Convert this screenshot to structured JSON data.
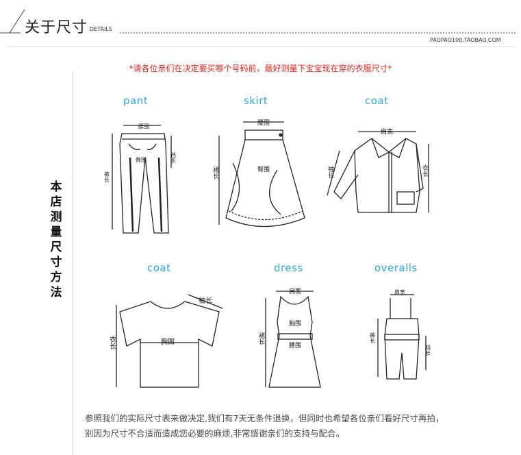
{
  "header": {
    "title": "关于尺寸",
    "subtitle": "DETAILS",
    "shop": "PAOPAO100.TAOBAO.COM"
  },
  "notice": "*请各位亲们在决定要买哪个号码前，最好测量下宝宝现在穿的衣服尺寸*",
  "side_title": "本店测量尺寸方法",
  "garments": [
    {
      "label": "pant",
      "measures": [
        "腰围",
        "臀围",
        "裆长",
        "裤长"
      ]
    },
    {
      "label": "skirt",
      "measures": [
        "腰围",
        "臀围",
        "裙长"
      ]
    },
    {
      "label": "coat",
      "measures": [
        "肩宽",
        "袖长",
        "衣长"
      ]
    },
    {
      "label": "coat",
      "measures": [
        "袖长",
        "胸围",
        "衣长"
      ]
    },
    {
      "label": "dress",
      "measures": [
        "肩宽",
        "胸围",
        "腰围",
        "裙长"
      ]
    },
    {
      "label": "overalls",
      "measures": [
        "肩宽",
        "裤长",
        "裆长",
        "裤长"
      ]
    }
  ],
  "footer": {
    "line1": "参照我们的实际尺寸表来做决定,我们有7天无条件退换，但同时也希望各位亲们看好尺寸再拍，",
    "line2": "别因为尺寸不合适而造成您必要的麻烦,非常感谢亲们的支持与配合。"
  },
  "colors": {
    "accent": "#29a9e0",
    "notice": "#e0261d"
  }
}
